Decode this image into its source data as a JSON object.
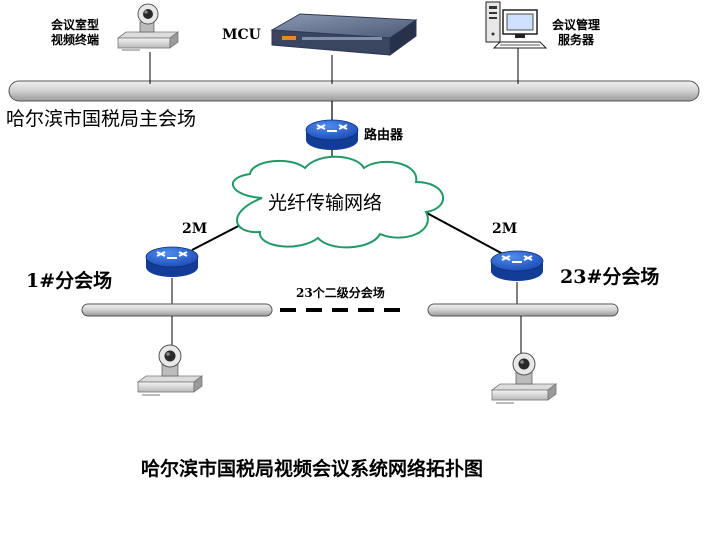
{
  "labels": {
    "room_terminal": "会议室型\n视频终端",
    "mcu": "MCU",
    "mgmt_server": "会议管理\n服务器",
    "main_venue": "哈尔滨市国税局主会场",
    "router": "路由器",
    "fiber_network": "光纤传输网络",
    "bandwidth_left": "2M",
    "bandwidth_right": "2M",
    "branch_left": "1#分会场",
    "branch_right": "23#分会场",
    "second_level": "23个二级分会场",
    "caption": "哈尔滨市国税局视频会议系统网络拓扑图"
  },
  "icons": {
    "router": "router-icon",
    "terminal": "video-terminal-icon",
    "mcu": "mcu-device-icon",
    "server": "server-computer-icon",
    "cloud": "cloud-icon"
  },
  "colors": {
    "router_blue": "#1f5fd0",
    "cloud_green": "#1f9a64",
    "mcu_body": "#5a6a86",
    "bus_gray": "#cfcfcf"
  }
}
